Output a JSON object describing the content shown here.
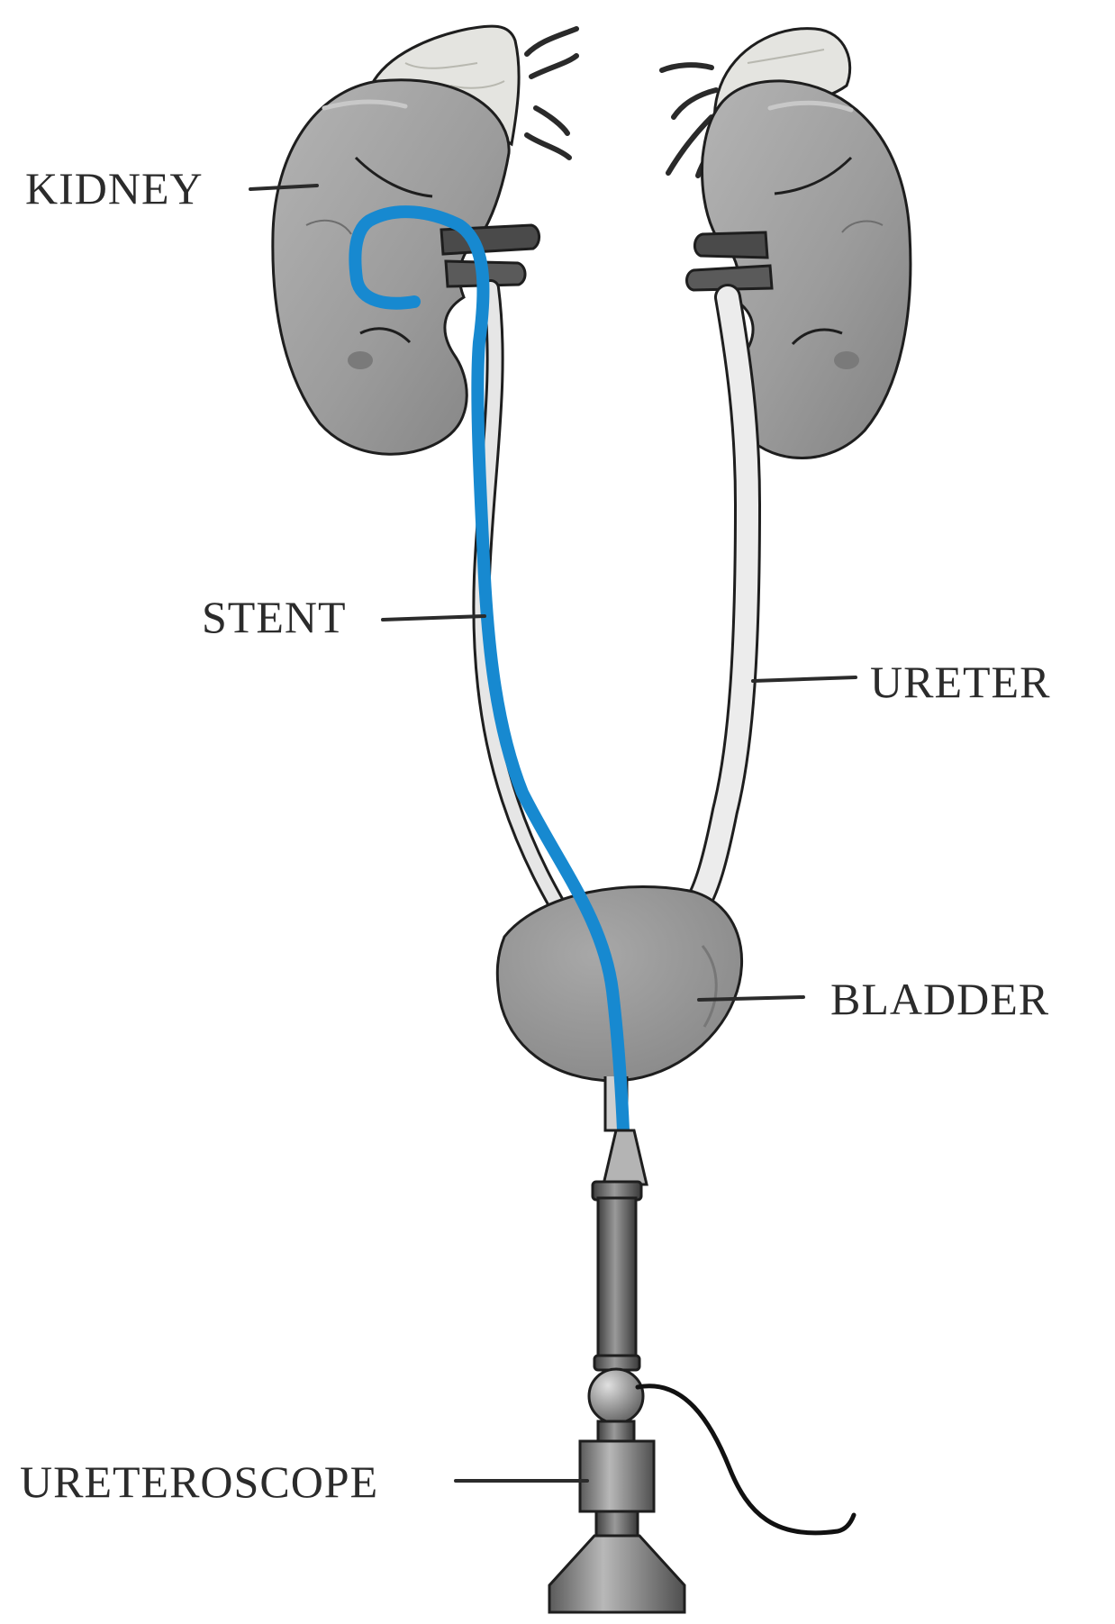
{
  "labels": {
    "kidney": "KIDNEY",
    "stent": "STENT",
    "ureter": "URETER",
    "bladder": "BLADDER",
    "ureteroscope": "URETEROSCOPE"
  },
  "colors": {
    "stent": "#1789d0",
    "organ": "#9a9a9a",
    "ureter": "#e6e6e6",
    "outline": "#1e1e1e",
    "adrenal": "#e4e4e0",
    "vessel": "#4a4a4a",
    "scope": "#6f6f6f"
  }
}
